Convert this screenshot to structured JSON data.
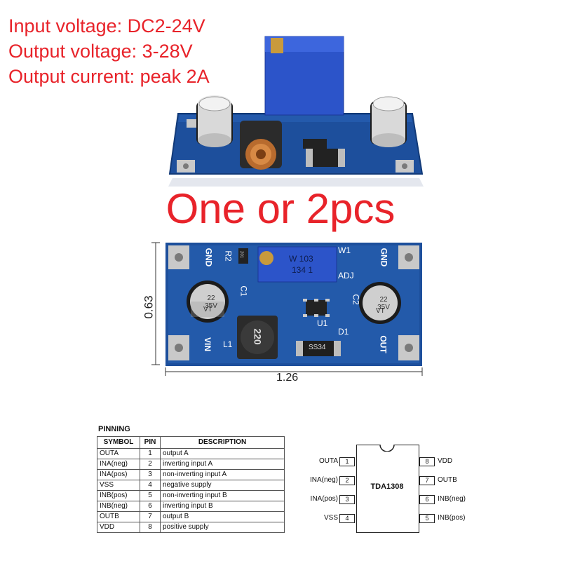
{
  "specs": {
    "input_voltage": "Input voltage: DC2-24V",
    "output_voltage": "Output voltage: 3-28V",
    "output_current": "Output current: peak 2A"
  },
  "quantity_title": "One or 2pcs",
  "board": {
    "labels": {
      "gnd": "GND",
      "vin": "VIN",
      "out": "OUT",
      "adj": "ADJ",
      "r2": "R2",
      "c1": "C1",
      "c2": "C2",
      "l1": "L1",
      "d1": "D1",
      "u1": "U1",
      "w1": "W1",
      "pot_value": "W 103",
      "pot_code": "134 1",
      "cap_value": "22 35V",
      "cap_code": "VT",
      "inductor_value": "220",
      "diode_marking": "SS34",
      "resistor_marking": "201"
    }
  },
  "dimensions": {
    "height": "0.63",
    "width": "1.26"
  },
  "pinning": {
    "title": "PINNING",
    "headers": [
      "SYMBOL",
      "PIN",
      "DESCRIPTION"
    ],
    "rows": [
      {
        "symbol": "OUTA",
        "pin": "1",
        "description": "output A"
      },
      {
        "symbol": "INA(neg)",
        "pin": "2",
        "description": "inverting input A"
      },
      {
        "symbol": "INA(pos)",
        "pin": "3",
        "description": "non-inverting input A"
      },
      {
        "symbol": "VSS",
        "pin": "4",
        "description": "negative supply"
      },
      {
        "symbol": "INB(pos)",
        "pin": "5",
        "description": "non-inverting input B"
      },
      {
        "symbol": "INB(neg)",
        "pin": "6",
        "description": "inverting input B"
      },
      {
        "symbol": "OUTB",
        "pin": "7",
        "description": "output B"
      },
      {
        "symbol": "VDD",
        "pin": "8",
        "description": "positive supply"
      }
    ]
  },
  "chip": {
    "name": "TDA1308",
    "left_pins": [
      {
        "label": "OUTA",
        "num": "1"
      },
      {
        "label": "INA(neg)",
        "num": "2"
      },
      {
        "label": "INA(pos)",
        "num": "3"
      },
      {
        "label": "VSS",
        "num": "4"
      }
    ],
    "right_pins": [
      {
        "label": "VDD",
        "num": "8"
      },
      {
        "label": "OUTB",
        "num": "7"
      },
      {
        "label": "INB(neg)",
        "num": "6"
      },
      {
        "label": "INB(pos)",
        "num": "5"
      }
    ]
  },
  "colors": {
    "accent_red": "#e8232a",
    "pcb_blue": "#1d4f9c",
    "pcb_dark": "#123a78",
    "pot_blue": "#2c54c9",
    "pad_silver": "#c9c9c9"
  }
}
